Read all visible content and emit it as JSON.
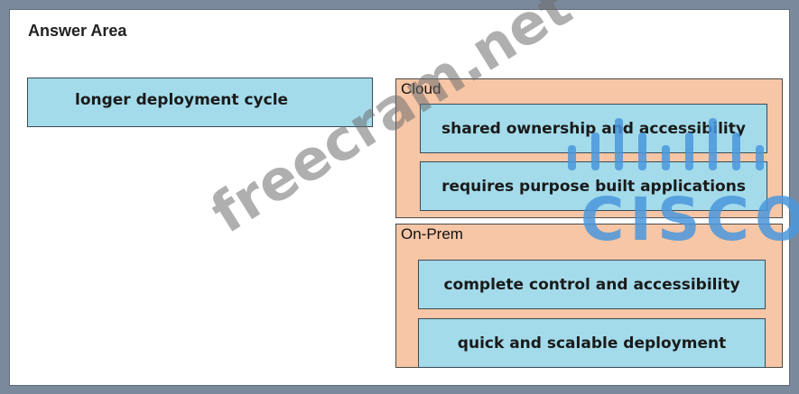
{
  "title": "Answer Area",
  "source_tiles": [
    {
      "label": "longer deployment cycle"
    }
  ],
  "zones": {
    "cloud": {
      "label": "Cloud",
      "tiles": [
        {
          "label": "shared ownership and accessibility"
        },
        {
          "label": "requires purpose built applications"
        }
      ]
    },
    "onprem": {
      "label": "On-Prem",
      "tiles": [
        {
          "label": "complete control and accessibility"
        },
        {
          "label": "quick and scalable deployment"
        }
      ]
    }
  },
  "watermark": "freecram.net",
  "logo_text": "CISCO",
  "colors": {
    "tile": "#a3dbea",
    "zone": "#f6c6a6",
    "logo": "#4a96dc"
  }
}
